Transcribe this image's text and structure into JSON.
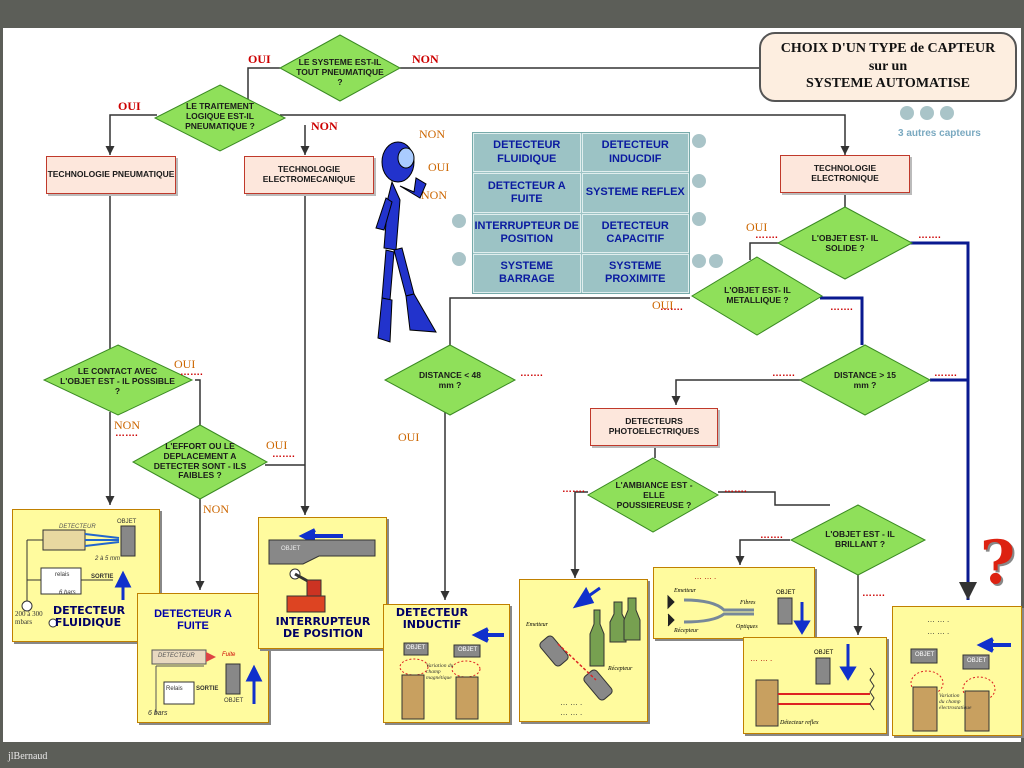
{
  "title": {
    "line1": "CHOIX D'UN TYPE de CAPTEUR",
    "line2": "sur un",
    "line3": "SYSTEME AUTOMATISE"
  },
  "other_sensors": "3 autres capteurs",
  "decisions": {
    "pneumatique": "LE SYSTEME EST-IL TOUT PNEUMATIQUE ?",
    "traitement": "LE TRAITEMENT LOGIQUE EST-IL PNEUMATIQUE ?",
    "solide": "L'OBJET EST- IL SOLIDE ?",
    "metallique": "L'OBJET EST- IL METALLIQUE ?",
    "distance_48": "DISTANCE < 48 mm ?",
    "distance_15": "DISTANCE > 15 mm ?",
    "contact": "LE CONTACT AVEC L'OBJET EST - IL POSSIBLE ?",
    "effort": "L'EFFORT OU LE DEPLACEMENT A DETECTER SONT - ILS FAIBLES ?",
    "ambiance": "L'AMBIANCE EST - ELLE POUSSIEREUSE ?",
    "brillant": "L'OBJET EST - IL BRILLANT ?"
  },
  "boxes": {
    "pneumatique": "TECHNOLOGIE PNEUMATIQUE",
    "electromecanique": "TECHNOLOGIE ELECTROMECANIQUE",
    "electronique": "TECHNOLOGIE ELECTRONIQUE",
    "photo": "DETECTEURS PHOTOELECTRIQUES"
  },
  "labels": {
    "oui": "OUI",
    "non": "NON",
    "dots": "……."
  },
  "grid": [
    "DETECTEUR FLUIDIQUE",
    "DETECTEUR INDUCDIF",
    "DETECTEUR A FUITE",
    "SYSTEME REFLEX",
    "INTERRUPTEUR DE POSITION",
    "DETECTEUR CAPACITIF",
    "SYSTEME BARRAGE",
    "SYSTEME PROXIMITE"
  ],
  "cards": {
    "fluidique": {
      "title": "DETECTEUR FLUIDIQUE",
      "detecteur": "DETECTEUR",
      "objet": "OBJET",
      "dist": "2 à 5 mm",
      "relais": "relais",
      "sortie": "SORTIE",
      "bars": "6 bars",
      "pressure": "200 à 300 mbars"
    },
    "fuite": {
      "title": "DETECTEUR A FUITE",
      "detecteur": "DETECTEUR",
      "fuite": "Fuite",
      "relais": "Relais",
      "sortie": "SORTIE",
      "objet": "OBJET",
      "bars": "6 bars"
    },
    "interrupteur": {
      "title": "INTERRUPTEUR DE POSITION",
      "objet": "OBJET"
    },
    "inductif": {
      "title": "DETECTEUR INDUCTIF",
      "objet": "OBJET",
      "champ": "Variation du champ magnétique"
    },
    "photo": {
      "emetteur": "Emetteur",
      "recepteur": "Récepteur"
    },
    "reflex": {
      "emetteur": "Emetteur",
      "recepteur": "Récepteur",
      "fibres": "Fibres",
      "optiques": "Optiques",
      "objet": "OBJET"
    },
    "barrage": {
      "objet": "OBJET",
      "detecteur": "Détecteur reflex"
    },
    "capacitif": {
      "objet": "OBJET",
      "champ": "Variation du champ électrostatique"
    }
  },
  "footer": "jlBernaud"
}
